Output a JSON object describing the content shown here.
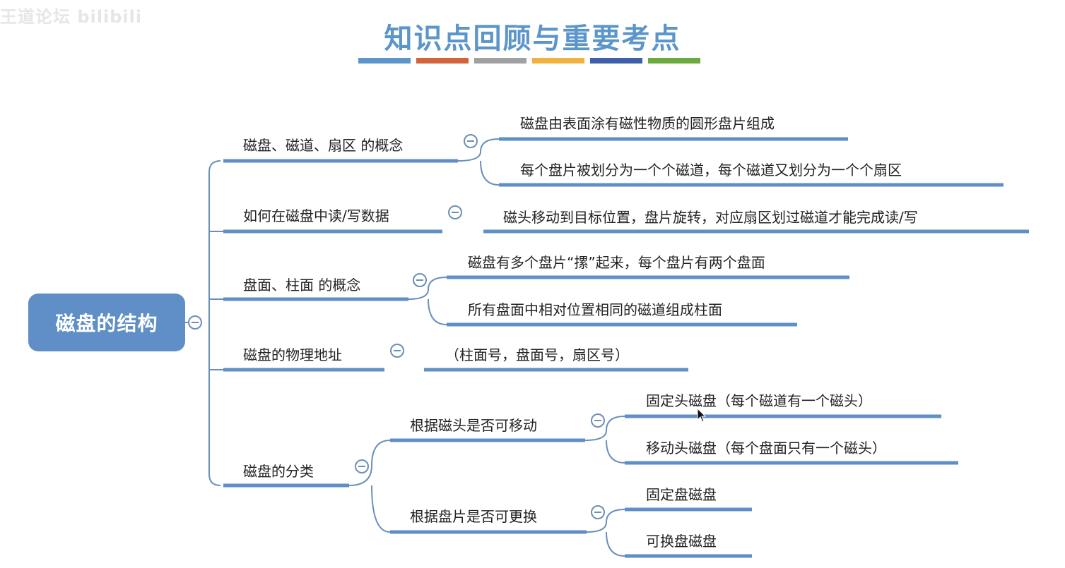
{
  "watermark": "王道论坛 bilibili",
  "title": "知识点回顾与重要考点",
  "accent_colors": [
    "#5b95c9",
    "#d0643d",
    "#a0a0a0",
    "#f0b23e",
    "#3f5fa6",
    "#6aaa3f"
  ],
  "root": {
    "label": "磁盘的结构"
  },
  "branches": [
    {
      "label": "磁盘、磁道、扇区 的概念",
      "children": [
        "磁盘由表面涂有磁性物质的圆形盘片组成",
        "每个盘片被划分为一个个磁道，每个磁道又划分为一个个扇区"
      ]
    },
    {
      "label": "如何在磁盘中读/写数据",
      "children": [
        "磁头移动到目标位置，盘片旋转，对应扇区划过磁道才能完成读/写"
      ]
    },
    {
      "label": "盘面、柱面 的概念",
      "children": [
        "磁盘有多个盘片“摞”起来，每个盘片有两个盘面",
        "所有盘面中相对位置相同的磁道组成柱面"
      ]
    },
    {
      "label": "磁盘的物理地址",
      "children": [
        "（柱面号，盘面号，扇区号）"
      ]
    },
    {
      "label": "磁盘的分类",
      "subgroups": [
        {
          "label": "根据磁头是否可移动",
          "children": [
            "固定头磁盘（每个磁道有一个磁头）",
            "移动头磁盘（每个盘面只有一个磁头）"
          ]
        },
        {
          "label": "根据盘片是否可更换",
          "children": [
            "固定盘磁盘",
            "可换盘磁盘"
          ]
        }
      ]
    }
  ]
}
